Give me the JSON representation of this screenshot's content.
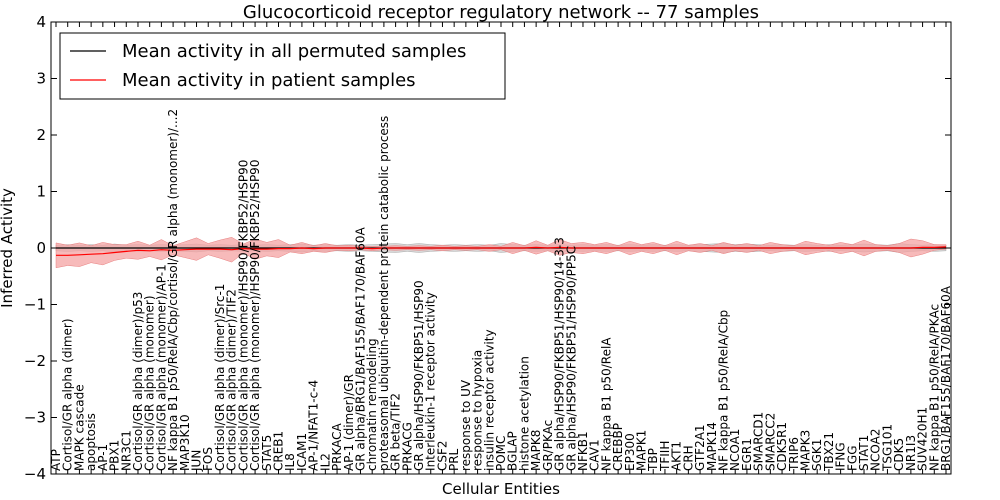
{
  "chart_data": {
    "type": "line",
    "title": "Glucocorticoid receptor regulatory network -- 77 samples",
    "xlabel": "Cellular Entities",
    "ylabel": "Inferred Activity",
    "ylim": [
      -4,
      4
    ],
    "yticks": [
      -4,
      -3,
      -2,
      -1,
      0,
      1,
      2,
      3,
      4
    ],
    "grid": false,
    "legend_position": "top-left",
    "colors": {
      "permuted": "#000000",
      "patient": "#ff0000",
      "patient_band": "#f4a3a3",
      "permuted_band": "#c8c8c8"
    },
    "categories": [
      "ATP",
      "Cortisol/GR alpha (dimer)",
      "MAPK cascade",
      "apoptosis",
      "AP-1",
      "PBX1",
      "NR3C1",
      "Cortisol/GR alpha (dimer)/p53",
      "Cortisol/GR alpha (monomer)",
      "Cortisol/GR alpha (monomer)/AP-1",
      "NF kappa B1 p50/RelA/Cbp/cortisol/GR alpha (monomer)/...2",
      "MAP3K10",
      "JUN",
      "FOS",
      "Cortisol/GR alpha (dimer)/Src-1",
      "Cortisol/GR alpha (dimer)/TIF2",
      "Cortisol/GR alpha (monomer)/HSP90/FKBP52/HSP90",
      "Cortisol/GR alpha (monomer)/HSP90/FKBP52/HSP90",
      "STAT5",
      "CREB1",
      "IL8",
      "ICAM1",
      "AP-1/NFAT1-c-4",
      "IL2",
      "PRKACA",
      "AP-1 (dimer)/GR",
      "GR alpha/BRG1/BAF155/BAF170/BAF60A",
      "chromatin remodeling",
      "proteasomal ubiquitin-dependent protein catabolic process",
      "GR beta/TIF2",
      "PRKACG",
      "GR alpha/HSP90/FKBP51/HSP90",
      "Interleukin-1 receptor activity",
      "CSF2",
      "PRL",
      "response to UV",
      "response to hypoxia",
      "insulin receptor activity",
      "POMC",
      "BGLAP",
      "histone acetylation",
      "MAPK8",
      "GR/PKAc",
      "GR alpha/HSP90/FKBP51/HSP90/14-3-3",
      "GR alpha/HSP90/FKBP51/HSP90/PP5C",
      "NFKB1",
      "CAV1",
      "NF kappa B1 p50/RelA",
      "CREBBP",
      "EP300",
      "MAPK1",
      "TBP",
      "TFIIH",
      "AKT1",
      "CRH",
      "GTF2A1",
      "MAPK14",
      "NF kappa B1 p50/RelA/Cbp",
      "NCOA1",
      "EGR1",
      "SMARCD1",
      "SMARCC2",
      "CDK5R1",
      "TRIP6",
      "MAPK3",
      "SGK1",
      "TBX21",
      "IFNG",
      "FGG",
      "STAT1",
      "NCOA2",
      "TSG101",
      "CDK5",
      "NR1I3",
      "SUV420H1",
      "NF kappa B1 p50/RelA/PKAc",
      "BRG1/BAF155/BAF170/BAF60A"
    ],
    "series": [
      {
        "name": "Mean activity in all permuted samples",
        "values": [
          0,
          0,
          0,
          0,
          0,
          0,
          0,
          0,
          0,
          0,
          0,
          0,
          0,
          0,
          0,
          0,
          0,
          0,
          0,
          0,
          0,
          0,
          0,
          0,
          0,
          0,
          0,
          0,
          0,
          0,
          0,
          0,
          0,
          0,
          0,
          0,
          0,
          0,
          0,
          0,
          0,
          0,
          0,
          0,
          0,
          0,
          0,
          0,
          0,
          0,
          0,
          0,
          0,
          0,
          0,
          0,
          0,
          0,
          0,
          0,
          0,
          0,
          0,
          0,
          0,
          0,
          0,
          0,
          0,
          0,
          0,
          0,
          0,
          0,
          0,
          0,
          0
        ],
        "band": [
          0.05,
          0.06,
          0.05,
          0.06,
          0.05,
          0.07,
          0.05,
          0.06,
          0.05,
          0.06,
          0.05,
          0.06,
          0.07,
          0.05,
          0.06,
          0.05,
          0.06,
          0.05,
          0.06,
          0.05,
          0.06,
          0.07,
          0.05,
          0.06,
          0.05,
          0.06,
          0.05,
          0.06,
          0.07,
          0.08,
          0.06,
          0.08,
          0.06,
          0.05,
          0.06,
          0.05,
          0.06,
          0.05,
          0.08,
          0.06,
          0.05,
          0.06,
          0.05,
          0.06,
          0.05,
          0.06,
          0.05,
          0.06,
          0.05,
          0.06,
          0.05,
          0.06,
          0.05,
          0.06,
          0.05,
          0.06,
          0.07,
          0.08,
          0.06,
          0.07,
          0.06,
          0.05,
          0.06,
          0.05,
          0.06,
          0.05,
          0.06,
          0.05,
          0.06,
          0.07,
          0.06,
          0.05,
          0.08,
          0.06,
          0.05,
          0.06,
          0.05
        ]
      },
      {
        "name": "Mean activity in patient samples",
        "values": [
          -0.13,
          -0.13,
          -0.12,
          -0.11,
          -0.1,
          -0.08,
          -0.06,
          -0.04,
          -0.05,
          -0.03,
          -0.04,
          -0.03,
          -0.02,
          -0.02,
          -0.02,
          -0.03,
          -0.01,
          -0.02,
          -0.02,
          -0.01,
          -0.01,
          0,
          -0.01,
          0,
          0,
          0,
          0,
          -0.01,
          0,
          0,
          0,
          0,
          0,
          0,
          0,
          0,
          0,
          0,
          0,
          0,
          0,
          0.01,
          0,
          0.01,
          0,
          0,
          0,
          0,
          0,
          0,
          0,
          0,
          0,
          0,
          0,
          0,
          0,
          0,
          0,
          0,
          0,
          0,
          0,
          0,
          0,
          0,
          0,
          0,
          0,
          0,
          0,
          0,
          0,
          0,
          0.01,
          0.01,
          0.02
        ],
        "band": [
          0.22,
          0.18,
          0.21,
          0.15,
          0.2,
          0.14,
          0.12,
          0.16,
          0.1,
          0.18,
          0.08,
          0.14,
          0.2,
          0.1,
          0.16,
          0.22,
          0.08,
          0.18,
          0.12,
          0.16,
          0.06,
          0.1,
          0.05,
          0.08,
          0.04,
          0.05,
          0.03,
          0.04,
          0.03,
          0.04,
          0.03,
          0.04,
          0.03,
          0.05,
          0.03,
          0.04,
          0.03,
          0.06,
          0.03,
          0.1,
          0.04,
          0.12,
          0.05,
          0.14,
          0.08,
          0.1,
          0.06,
          0.1,
          0.04,
          0.12,
          0.06,
          0.1,
          0.04,
          0.12,
          0.05,
          0.08,
          0.04,
          0.1,
          0.05,
          0.08,
          0.04,
          0.1,
          0.06,
          0.04,
          0.12,
          0.08,
          0.05,
          0.1,
          0.06,
          0.14,
          0.06,
          0.04,
          0.08,
          0.16,
          0.12,
          0.05,
          0.04
        ]
      }
    ]
  }
}
